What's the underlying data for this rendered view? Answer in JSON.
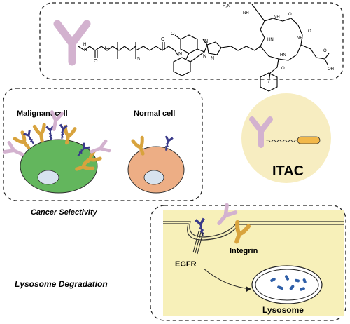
{
  "chemistry": {
    "atoms": {
      "h2n": "H₂N",
      "nh_imine": "NH",
      "hn": "HN",
      "nh": "NH",
      "n": "N",
      "h": "H",
      "o": "O",
      "oh": "OH",
      "s": "5",
      "h_amide": "H"
    }
  },
  "labels": {
    "malignant_cell": "Malignant cell",
    "normal_cell": "Normal cell",
    "cancer_selectivity": "Cancer Selectivity",
    "itac": "ITAC",
    "egfr": "EGFR",
    "integrin": "Integrin",
    "lysosome": "Lysosome",
    "lysosome_degradation": "Lysosome Degradation"
  },
  "colors": {
    "antibody": "#d3b2cf",
    "integrin": "#d8a33d",
    "egfr": "#3a3a8a",
    "malignant_cell": "#63b65d",
    "normal_cell": "#edae85",
    "nucleus": "#d7e3ef",
    "itac_bg": "#f7edc1",
    "itac_tag": "#f2b84a",
    "cytoplasm": "#f7f0b9",
    "fragments": "#2f5fa8"
  },
  "icons": [
    "antibody-icon",
    "integrin-receptor-icon",
    "egfr-receptor-icon",
    "lysosome-icon",
    "linker-icon"
  ]
}
